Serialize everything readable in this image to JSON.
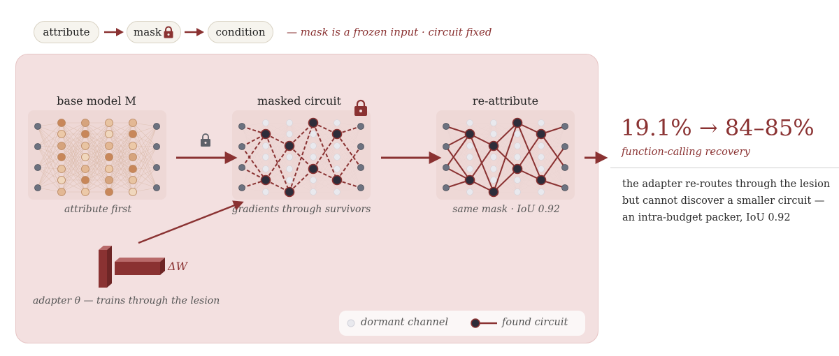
{
  "pipeline": {
    "steps": [
      "attribute",
      "mask",
      "condition"
    ],
    "note": "— mask is a frozen input · circuit fixed"
  },
  "stages": [
    {
      "title": "base model M",
      "caption": "attribute first"
    },
    {
      "title": "masked circuit",
      "caption": "gradients through survivors"
    },
    {
      "title": "re-attribute",
      "caption": "same mask · IoU 0.92"
    }
  ],
  "adapter": {
    "delta_label": "ΔW",
    "caption": "adapter θ — trains through the lesion"
  },
  "legend": {
    "dormant_label": "dormant channel",
    "found_label": "found circuit"
  },
  "result": {
    "stat": "19.1% → 84–85%",
    "stat_caption": "function-calling recovery",
    "description": "the adapter re-routes through the lesion but cannot discover a smaller circuit — an intra-budget packer, IoU 0.92"
  },
  "colors": {
    "accent": "#8a3232",
    "panel_bg": "#f3e0e0",
    "dark_node": "#2d2d3a",
    "io_node": "#6c7280",
    "dormant_node": "#e9e9ee"
  }
}
